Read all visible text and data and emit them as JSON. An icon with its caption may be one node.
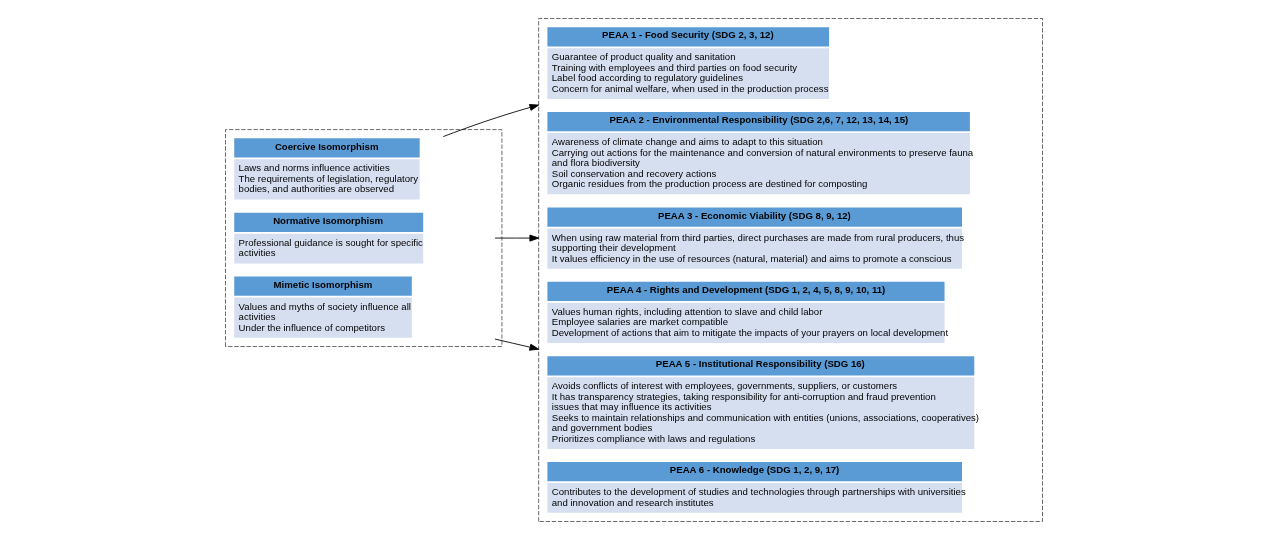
{
  "diagram": {
    "nodes": [
      {
        "text": [],
        "shape": "box"
      },
      {
        "text": [
          "Coercive Isomorphism",
          "Laws and norms influence activities",
          "The requirements of legislation, regulatory bodies, and authorities are observed"
        ],
        "in": 0
      },
      {
        "text": [
          "Normative Isomorphism",
          "Professional guidance is sought for specific activities"
        ],
        "in": 0
      },
      {
        "text": [
          "Mimetic Isomorphism",
          "Values and myths of society influence all activities",
          "Under the influence of competitors"
        ],
        "in": 0
      },
      {
        "text": [],
        "shape": "box"
      },
      {
        "text": [
          "PEAA 1 - Food Security (SDG 2, 3, 12)",
          "Guarantee of product quality and sanitation",
          "Training with employees and third parties on food security",
          "Label food according to regulatory guidelines",
          "Concern for animal welfare, when used in the production process"
        ],
        "in": 4
      },
      {
        "text": [
          "PEAA 2 - Environmental Responsibility (SDG 2,6, 7, 12, 13, 14, 15)",
          "Awareness of climate change and aims to adapt to this situation",
          "Carrying out actions for the maintenance and conversion of natural environments to preserve fauna and flora biodiversity",
          "Soil conservation and recovery actions",
          "Organic residues from the production process are destined for composting"
        ],
        "in": 4
      },
      {
        "text": [
          "PEAA 3 - Economic Viability (SDG 8, 9, 12)",
          "When using raw material from third parties, direct purchases are made from rural producers, thus supporting their development",
          "It values efficiency in the use of resources (natural, material) and aims to promote a conscious"
        ],
        "in": 4
      },
      {
        "text": [
          "PEAA 4 - Rights and Development (SDG 1, 2, 4, 5, 8, 9, 10, 11)",
          "Values human rights, including attention to slave and child labor",
          "Employee salaries are market compatible",
          "Development of actions that aim to mitigate the impacts of your prayers on local development"
        ],
        "in": 4
      },
      {
        "text": [
          "PEAA 5 - Institutional Responsibility (SDG 16)",
          "Avoids conflicts of interest with employees, governments, suppliers, or customers",
          "It has transparency strategies, taking responsibility for anti-corruption and fraud prevention issues that may influence its activities",
          "Seeks to maintain relationships and communication with entities (unions, associations, cooperatives) and government bodies",
          "Prioritizes compliance with laws and regulations"
        ],
        "in": 4
      },
      {
        "text": [
          "PEAA 6 - Knowledge (SDG 1, 2, 9, 17)",
          "Contributes to the development of studies and technologies through partnerships with universities and innovation and research institutes"
        ],
        "in": 4
      }
    ],
    "edges": [
      {
        "from": 1,
        "to": 4,
        "arrow": "to"
      },
      {
        "from": 2,
        "to": 4,
        "arrow": "to"
      },
      {
        "from": 3,
        "to": 4,
        "arrow": "to"
      }
    ]
  }
}
